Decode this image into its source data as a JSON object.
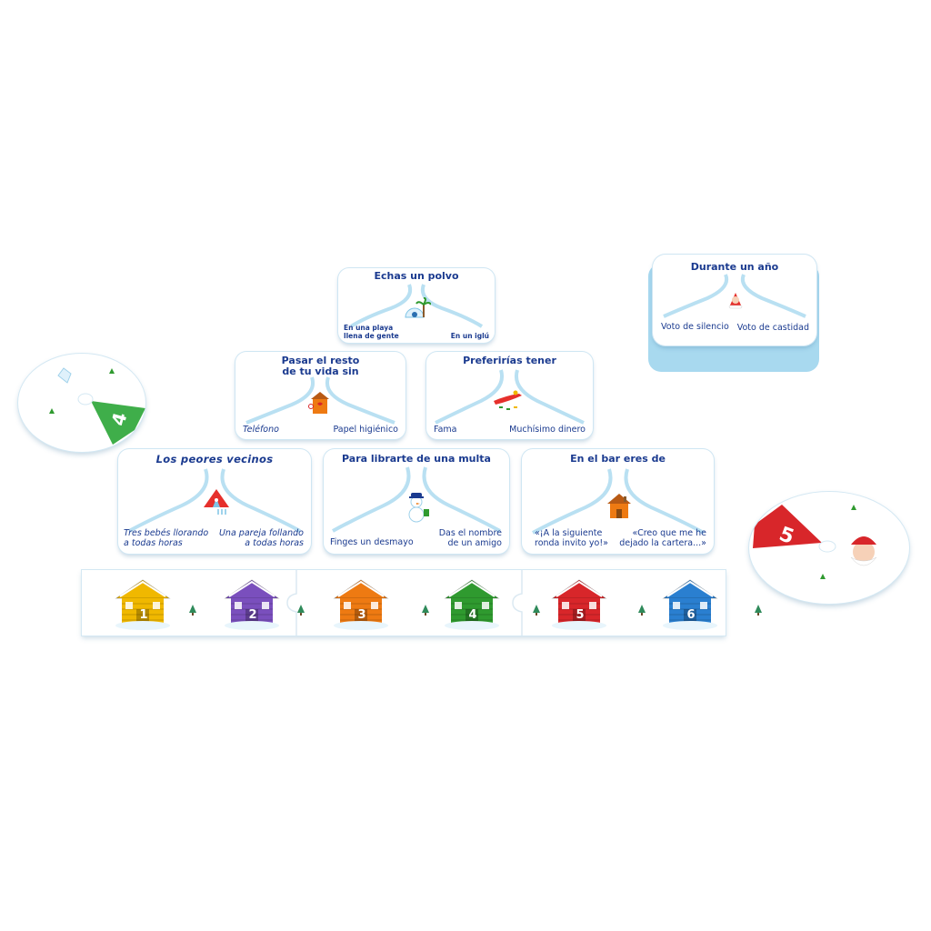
{
  "colors": {
    "text_blue": "#1a3a8f",
    "path_blue": "#b9e0f2",
    "deck_edge": "#a8d9ef",
    "yellow": "#f0b800",
    "purple": "#7a4fbd",
    "orange": "#ee7a12",
    "green": "#2f9a2f",
    "red": "#d8262a",
    "blue": "#2a7fd0"
  },
  "deck": {
    "title": "Durante un año",
    "left": "Voto de silencio",
    "right": "Voto de castidad",
    "icon": "santa-icon"
  },
  "cards": [
    {
      "id": "echas",
      "title": "Echas un polvo",
      "left": "En una playa\nllena de gente",
      "right": "En un iglú",
      "icon": "igloo-palm-icon"
    },
    {
      "id": "pasar",
      "title": "Pasar el resto\nde tu vida sin",
      "left": "Teléfono",
      "right": "Papel higiénico",
      "icon": "outhouse-icon"
    },
    {
      "id": "preferirias",
      "title": "Preferirías tener",
      "left": "Fama",
      "right": "Muchísimo dinero",
      "icon": "sled-icon"
    },
    {
      "id": "peores",
      "title": "Los peores vecinos",
      "left": "Tres bebés llorando\na todas horas",
      "right": "Una pareja follando\na todas horas",
      "icon": "tent-icon"
    },
    {
      "id": "multa",
      "title": "Para librarte de una multa",
      "left": "Finges un desmayo",
      "right": "Das el nombre\nde un amigo",
      "icon": "snowman-icon"
    },
    {
      "id": "bar",
      "title": "En el bar eres de",
      "left": "«¡A la siguiente\nronda invito yo!»",
      "right": "«Creo que me he\ndejado la cartera...»",
      "icon": "cabin-icon"
    }
  ],
  "board": {
    "houses": [
      {
        "number": "1",
        "color": "#f0b800"
      },
      {
        "number": "2",
        "color": "#7a4fbd"
      },
      {
        "number": "3",
        "color": "#ee7a12"
      },
      {
        "number": "4",
        "color": "#2f9a2f"
      },
      {
        "number": "5",
        "color": "#d8262a"
      },
      {
        "number": "6",
        "color": "#2a7fd0"
      }
    ]
  },
  "dice": [
    {
      "id": "left",
      "value": "4",
      "color": "#3fae4a"
    },
    {
      "id": "right",
      "value": "5",
      "color": "#d8262a"
    }
  ]
}
